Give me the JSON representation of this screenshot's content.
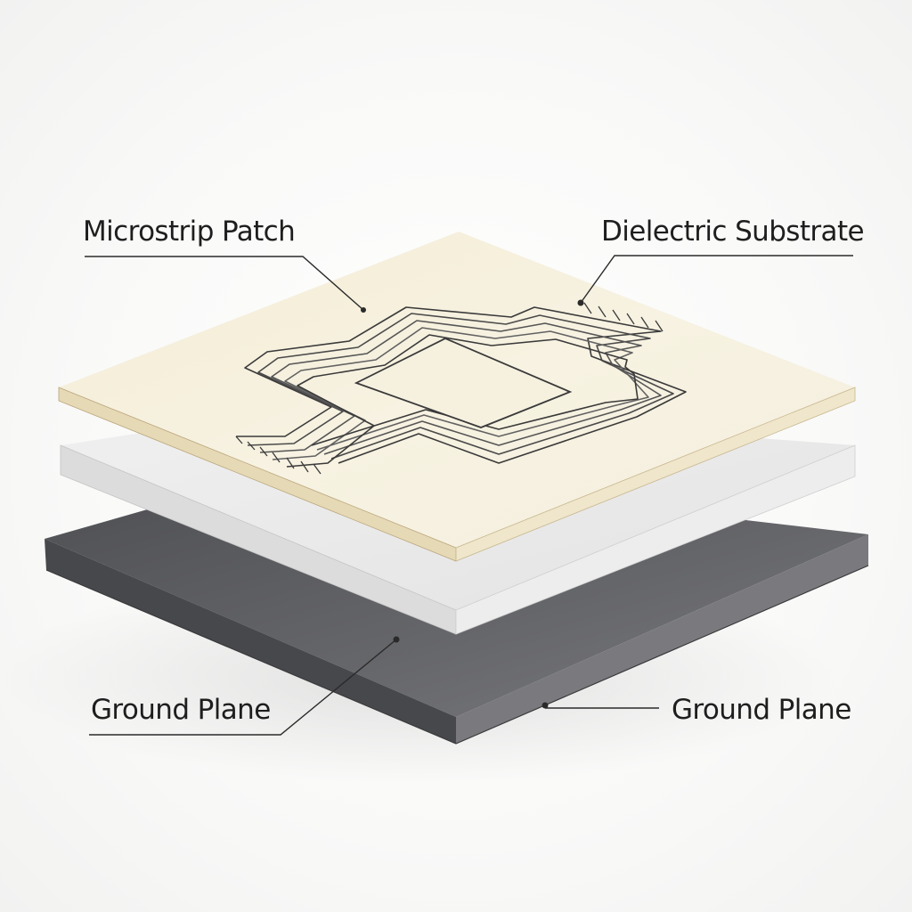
{
  "labels": {
    "microstrip_patch": "Microstrip Patch",
    "dielectric_substrate": "Dielectric Substrate",
    "ground_plane_left": "Ground Plane",
    "ground_plane_right": "Ground Plane"
  },
  "colors": {
    "patch_top": "#f4efdc",
    "patch_edge": "#d9c9a2",
    "substrate_top": "#ececec",
    "substrate_edge": "#dedede",
    "ground_top": "#5e5f63",
    "ground_edge": "#707074",
    "trace": "#3a3a3a"
  }
}
